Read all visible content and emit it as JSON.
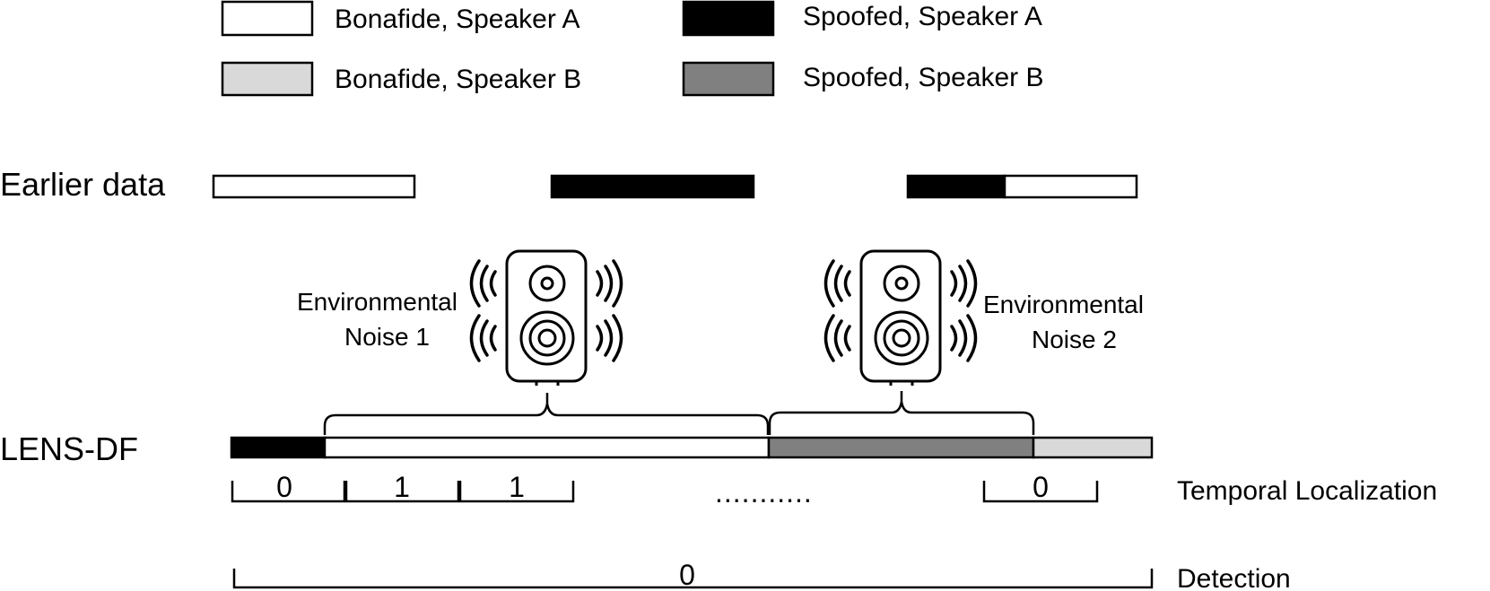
{
  "colors": {
    "bonafide_a": "#ffffff",
    "bonafide_b": "#d9d9d9",
    "spoofed_a": "#000000",
    "spoofed_b": "#808080"
  },
  "legend": [
    {
      "label": "Bonafide, Speaker A",
      "color_key": "bonafide_a"
    },
    {
      "label": "Bonafide, Speaker B",
      "color_key": "bonafide_b"
    },
    {
      "label": "Spoofed, Speaker A",
      "color_key": "spoofed_a"
    },
    {
      "label": "Spoofed, Speaker B",
      "color_key": "spoofed_b"
    }
  ],
  "rows": {
    "earlier": "Earlier data",
    "lens": "LENS-DF"
  },
  "noise": {
    "left_line1": "Environmental",
    "left_line2": "Noise 1",
    "right_line1": "Environmental",
    "right_line2": "Noise 2"
  },
  "temporal": {
    "label": "Temporal Localization",
    "values": [
      "0",
      "1",
      "1",
      "0"
    ],
    "ellipsis": "..........."
  },
  "detection": {
    "label": "Detection",
    "value": "0"
  },
  "icons": {
    "speaker": "speaker-icon"
  }
}
